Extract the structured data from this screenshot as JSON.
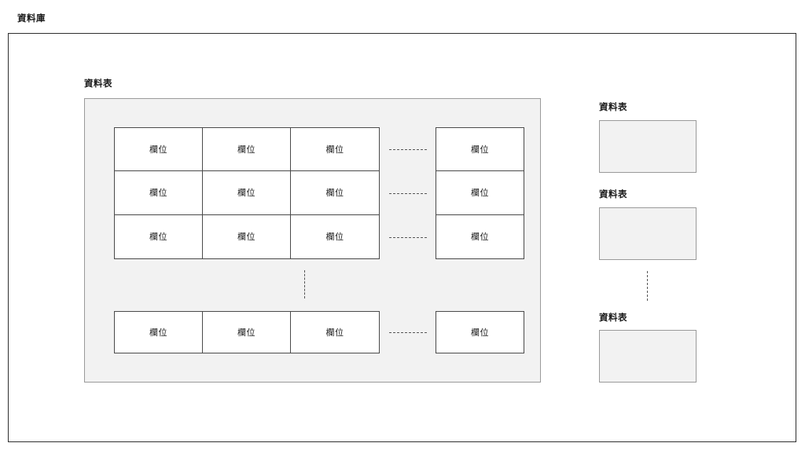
{
  "diagram": {
    "database": {
      "title": "資料庫"
    },
    "expanded_table": {
      "title": "資料表",
      "field_label": "欄位",
      "rows": [
        {
          "cells": [
            "欄位",
            "欄位",
            "欄位"
          ],
          "separator": "dashed",
          "last_cell": "欄位"
        },
        {
          "cells": [
            "欄位",
            "欄位",
            "欄位"
          ],
          "separator": "dashed",
          "last_cell": "欄位"
        },
        {
          "cells": [
            "欄位",
            "欄位",
            "欄位"
          ],
          "separator": "dashed",
          "last_cell": "欄位"
        }
      ],
      "row_ellipsis": "vertical-dashed",
      "last_row": {
        "cells": [
          "欄位",
          "欄位",
          "欄位"
        ],
        "separator": "dashed",
        "last_cell": "欄位"
      }
    },
    "collapsed_tables": [
      {
        "title": "資料表"
      },
      {
        "title": "資料表"
      },
      {
        "title": "資料表"
      }
    ],
    "table_ellipsis": "vertical-dashed",
    "colors": {
      "outer_border": "#2f2f2f",
      "panel_fill": "#f2f2f2",
      "panel_border": "#9a9a9a",
      "cell_border": "#4a4a4a",
      "cell_fill": "#ffffff",
      "dash_color": "#555555",
      "text": "#1a1a1a",
      "page_background": "#ffffff"
    }
  }
}
